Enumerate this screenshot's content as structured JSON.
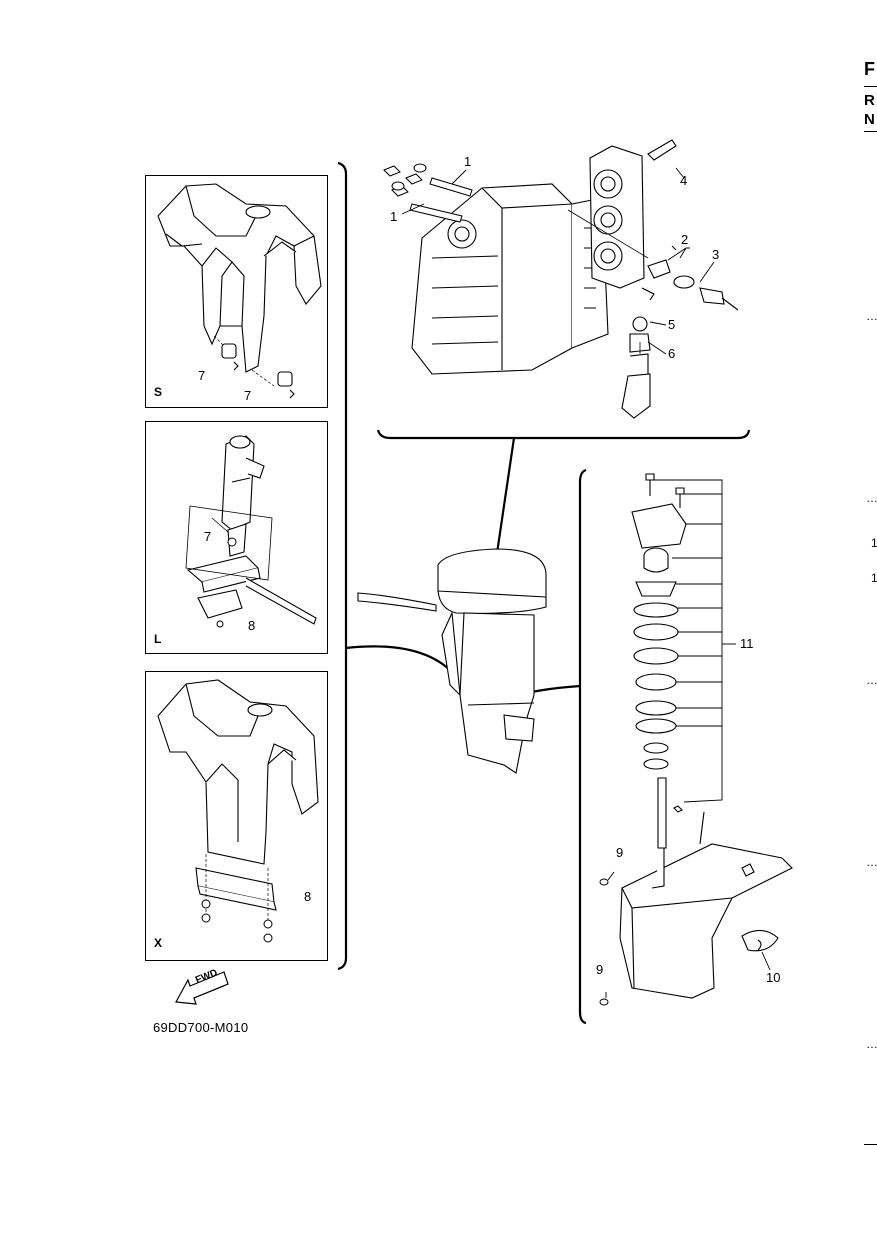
{
  "sections": {
    "panel_s": "S",
    "panel_l": "L",
    "panel_x": "X"
  },
  "callouts": {
    "c1a": "1",
    "c1b": "1",
    "c2": "2",
    "c3": "3",
    "c4": "4",
    "c5": "5",
    "c6": "6",
    "c7s1": "7",
    "c7s2": "7",
    "c7l": "7",
    "c8l": "8",
    "c8x": "8",
    "c9a": "9",
    "c9b": "9",
    "c10": "10",
    "c11": "11"
  },
  "fwd_label": "FWD",
  "figure_code": "69DD700-M010",
  "right_edge": {
    "e1": "F",
    "e2": "R",
    "e3": "N",
    "t1": "1",
    "t2": "1",
    "d1": "…",
    "d2": "…",
    "d3": "…",
    "d4": "…",
    "d5": "…"
  }
}
